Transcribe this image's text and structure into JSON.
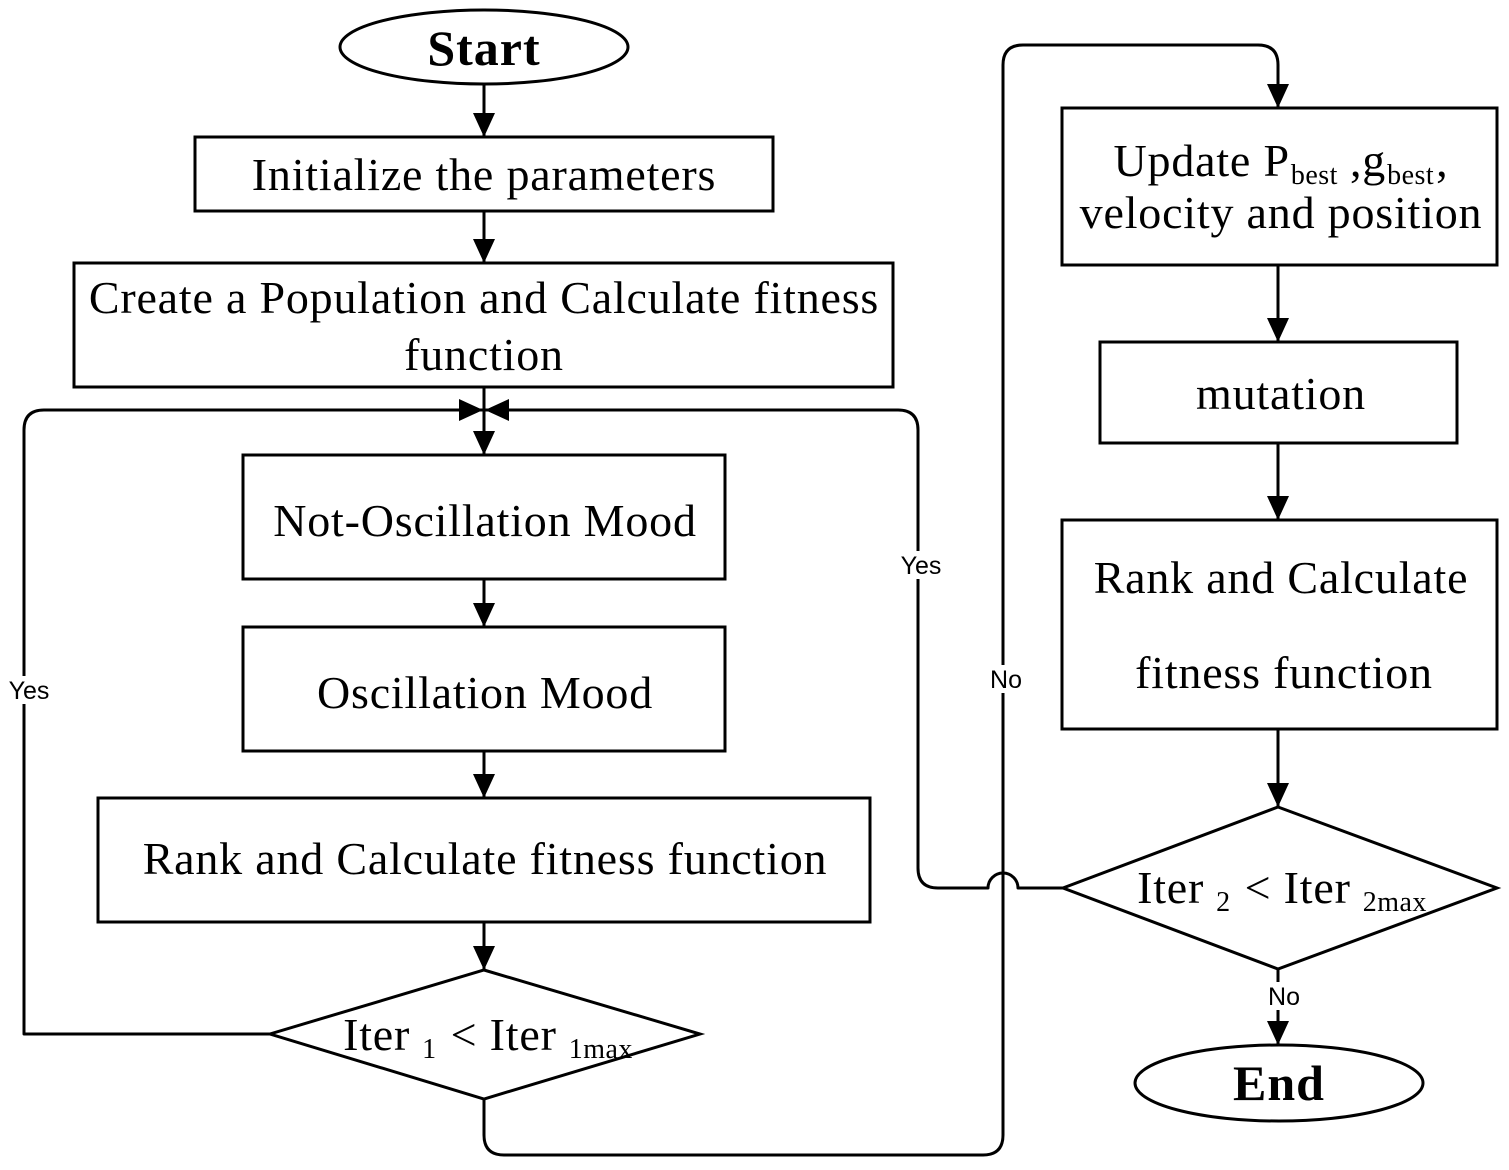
{
  "flowchart": {
    "start": "Start",
    "initialize": "Initialize the parameters",
    "create_population": {
      "line1": "Create a Population and Calculate fitness",
      "line2": "function"
    },
    "not_oscillation": "Not-Oscillation Mood",
    "oscillation": "Oscillation Mood",
    "rank_left": "Rank and Calculate fitness function",
    "decision_1": {
      "lhs": "Iter",
      "lhs_sub": "1",
      "op_rhs": "< Iter",
      "rhs_sub": "1max"
    },
    "update": {
      "line1_a": "Update P",
      "line1_sub_a": "best",
      "line1_b": ",g",
      "line1_sub_b": "best",
      "line1_c": ",",
      "line2": "velocity and position"
    },
    "mutation": "mutation",
    "rank_right": {
      "line1": "Rank and Calculate",
      "line2": "fitness function"
    },
    "decision_2": {
      "lhs": "Iter",
      "lhs_sub": "2",
      "op_rhs": "< Iter",
      "rhs_sub": "2max"
    },
    "end": "End",
    "edge_labels": {
      "loop_1_yes": "Yes",
      "loop_2_yes": "Yes",
      "decision_1_no": "No",
      "decision_2_no": "No"
    }
  }
}
